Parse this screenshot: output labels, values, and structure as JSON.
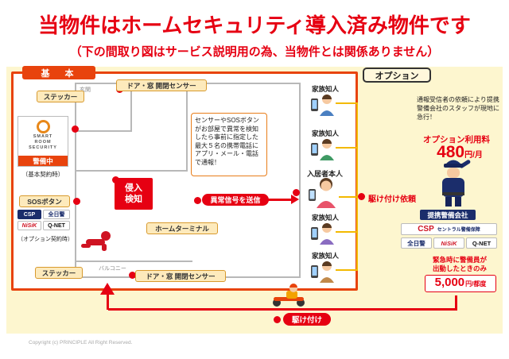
{
  "page": {
    "title": "当物件はホームセキュリティ導入済み物件です",
    "subtitle": "（下の間取り図はサービス説明用の為、当物件とは関係ありません）",
    "copyright": "Copyright (c) PRINCIPLE  All Right Reserved."
  },
  "basic": {
    "tag": "基　本",
    "sticker_top": "ステッカー",
    "sticker_bottom": "ステッカー",
    "door_sensor_top": "ドア・窓 開閉センサー",
    "door_sensor_bottom": "ドア・窓 開閉センサー",
    "sos_button": "SOSボタン",
    "home_terminal": "ホームターミナル",
    "intrusion": "侵入\n検知",
    "basic_contract_note": "（基本契約時）",
    "option_contract_note": "（オプション契約時）",
    "signal": "異常信号を送信",
    "explain": "センサーやSOSボタンがお部屋で異常を検知したら事前に指定した最大５名の携帯電話にアプリ・メール・電話で通報！",
    "genkan": "玄関",
    "balcony": "バルコニー",
    "logo_brand": "SMART\nROOM\nSECURITY",
    "logo_status": "警備中"
  },
  "people": {
    "resident_label": "入居者本人",
    "family": [
      {
        "label": "家族知人"
      },
      {
        "label": "家族知人"
      },
      {
        "label": "家族知人"
      },
      {
        "label": "家族知人"
      }
    ]
  },
  "option": {
    "tag": "オプション",
    "desc": "通報受信者の依頼により提携警備会社のスタッフが現地に急行！",
    "fee_title": "オプション利用料",
    "fee_amount": "480",
    "fee_unit": "円/月",
    "dispatch_request": "駆け付け依頼",
    "partner_title": "提携警備会社",
    "emergency_note": "緊急時に警備員が\n出動したときのみ",
    "dispatch_fee_amount": "5,000",
    "dispatch_fee_unit": "円/都度",
    "dispatch_label": "駆け付け"
  },
  "partners": {
    "csp": "CSP",
    "csp_full": "セントラル警備保障",
    "zennikkei": "全日警",
    "nisik": "NiSiK",
    "qnet": "Q-NET"
  },
  "colors": {
    "accent_red": "#e60012",
    "border_orange": "#e8430d",
    "band_yellow": "#fdf6cf",
    "line_yellow": "#f3b900",
    "navy": "#1b2d6b"
  },
  "icons": {
    "sensor_dot": "red-circle-sensor",
    "person": "person-with-phone",
    "resident": "resident-woman-with-phone",
    "guard": "security-guard-salute",
    "scooter": "guard-on-scooter",
    "burglar": "burglar-crawling",
    "phone": "mobile-phone",
    "security_logo_mark": "smart-room-security-emblem"
  }
}
